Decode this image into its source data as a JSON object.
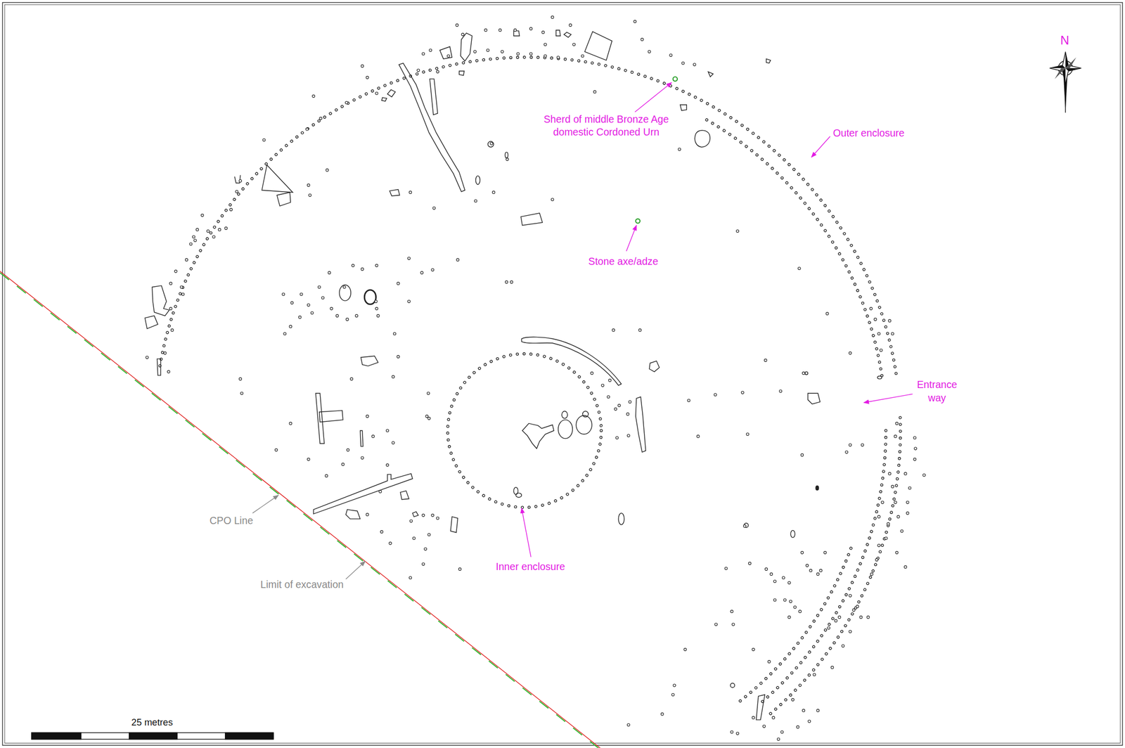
{
  "diagram": {
    "labels": [
      "Sherd of middle Bronze Age domestic Cordoned Urn",
      "Outer enclosure",
      "N",
      "Stone axe/adze",
      "Entrance way",
      "CPO Line",
      "Inner enclosure",
      "Limit of excavation",
      "25 metres"
    ]
  }
}
